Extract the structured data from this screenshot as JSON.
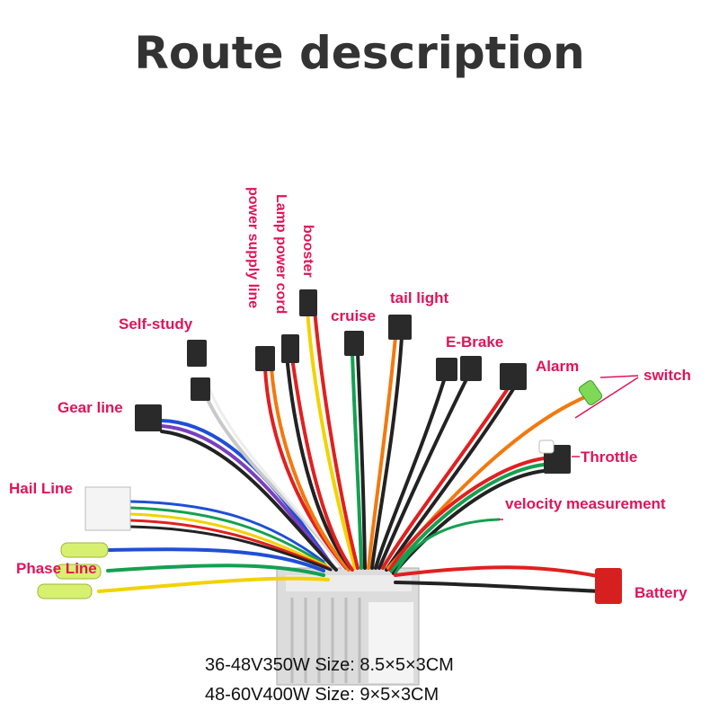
{
  "title": "Route description",
  "labels": {
    "power_supply_line": "power supply line",
    "lamp_power_cord": "Lamp power cord",
    "booster": "booster",
    "cruise": "cruise",
    "tail_light": "tail light",
    "self_study": "Self-study",
    "e_brake": "E-Brake",
    "alarm": "Alarm",
    "switch": "switch",
    "gear_line": "Gear line",
    "throttle": "Throttle",
    "hail_line": "Hail Line",
    "velocity_measurement": "velocity measurement",
    "phase_line": "Phase Line",
    "battery": "Battery"
  },
  "specs": [
    {
      "model": "36-48V350W",
      "size": "Size: 8.5×5×3CM"
    },
    {
      "model": "48-60V400W",
      "size": "Size: 9×5×3CM"
    }
  ],
  "colors": {
    "label": "#e0145a",
    "title": "#333333"
  }
}
